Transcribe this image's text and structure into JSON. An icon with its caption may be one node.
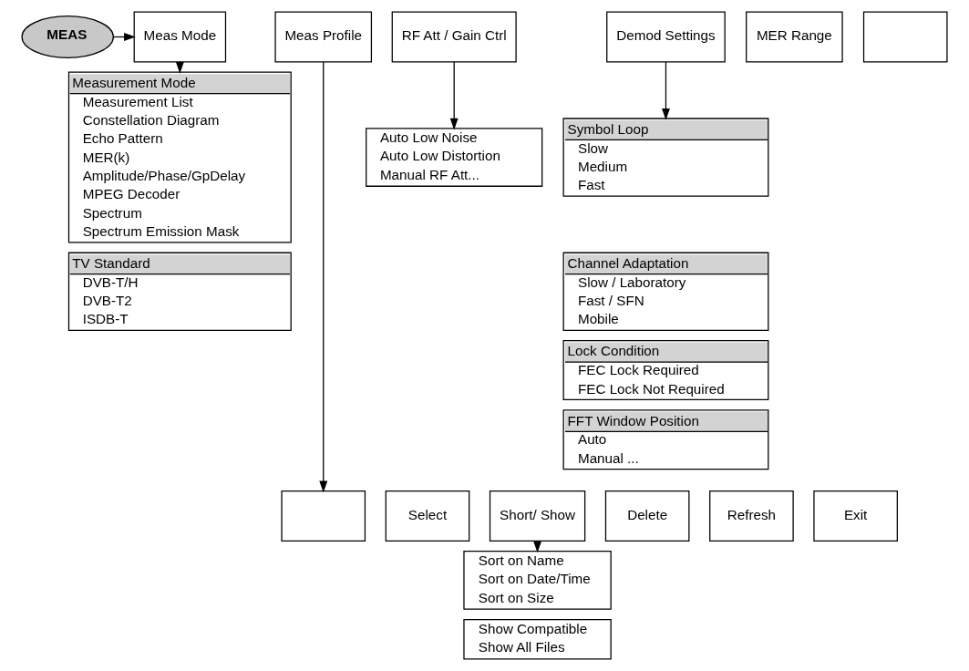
{
  "diagram": {
    "nodes": [
      {
        "text": [
          "MEAS"
        ]
      },
      {
        "text": [
          "Meas Mode"
        ]
      },
      {
        "text": [
          "Meas Profile"
        ]
      },
      {
        "text": [
          "RF Att / Gain Ctrl"
        ]
      },
      {
        "text": [
          "Demod Settings"
        ]
      },
      {
        "text": [
          "MER Range"
        ]
      },
      {
        "text": [],
        "shape": "box"
      },
      {
        "text": [
          "Measurement Mode",
          "Measurement List",
          "Constellation Diagram",
          "Echo Pattern",
          "MER(k)",
          "Amplitude/Phase/GpDelay",
          "MPEG Decoder",
          "Spectrum",
          "Spectrum Emission Mask"
        ]
      },
      {
        "text": [
          "TV Standard",
          "DVB-T/H",
          "DVB-T2",
          "ISDB-T"
        ]
      },
      {
        "text": [
          "Auto Low Noise",
          "Auto Low Distortion",
          "Manual RF Att..."
        ]
      },
      {
        "text": [
          "Symbol Loop",
          "Slow",
          "Medium",
          "Fast"
        ]
      },
      {
        "text": [
          "Channel Adaptation",
          "Slow / Laboratory",
          "Fast / SFN",
          "Mobile"
        ]
      },
      {
        "text": [
          "Lock Condition",
          "FEC Lock Required",
          "FEC Lock Not Required"
        ]
      },
      {
        "text": [
          "FFT Window Position",
          "Auto",
          "Manual ..."
        ]
      },
      {
        "text": [],
        "shape": "box"
      },
      {
        "text": [
          "Select"
        ]
      },
      {
        "text": [
          "Short/ Show"
        ]
      },
      {
        "text": [
          "Delete"
        ]
      },
      {
        "text": [
          "Refresh"
        ]
      },
      {
        "text": [
          "Exit"
        ]
      },
      {
        "text": [
          "Sort on Name",
          "Sort on Date/Time",
          "Sort on Size"
        ]
      },
      {
        "text": [
          "Show Compatible",
          "Show All Files"
        ]
      }
    ],
    "edges": [
      {
        "from": 0,
        "to": 1,
        "arrow": "to"
      },
      {
        "from": 1,
        "to": 7,
        "arrow": "to"
      },
      {
        "from": 2,
        "to": 14,
        "arrow": "to"
      },
      {
        "from": 3,
        "to": 9,
        "arrow": "to"
      },
      {
        "from": 4,
        "to": 10,
        "arrow": "to"
      },
      {
        "from": 16,
        "to": 20,
        "arrow": "to"
      }
    ]
  }
}
